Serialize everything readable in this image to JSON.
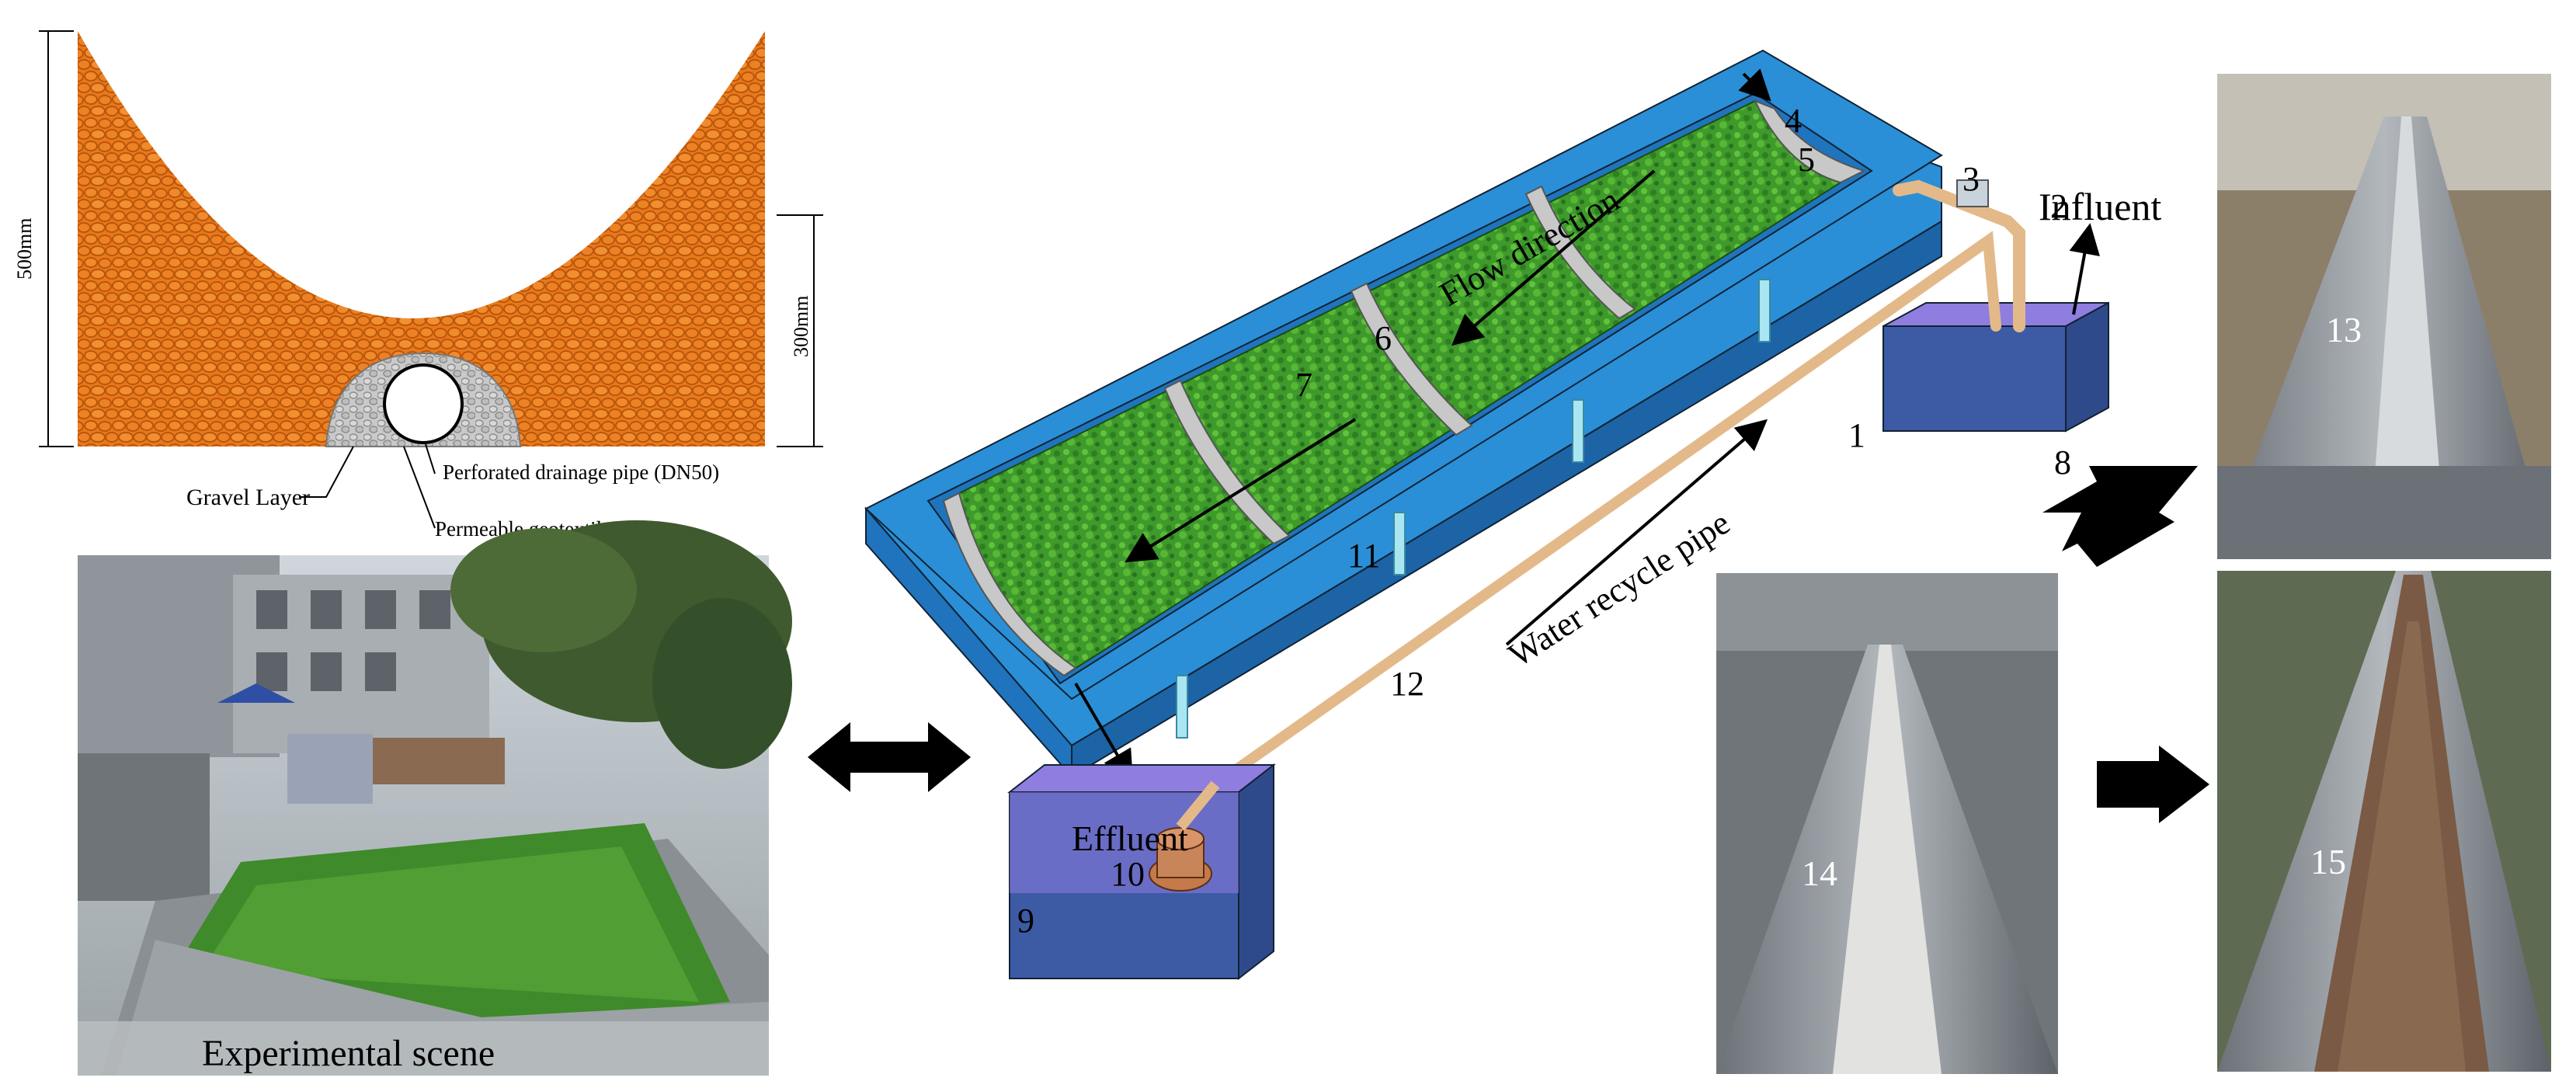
{
  "cross_section": {
    "dim_total": "500mm",
    "dim_partial": "300mm",
    "gravel_label": "Gravel Layer",
    "pipe_label": "Perforated drainage pipe (DN50)",
    "geotextile_label": "Permeable geotextiles"
  },
  "scene_photo": {
    "caption": "Experimental scene"
  },
  "schematic": {
    "flow_direction": "Flow direction",
    "influent": "Influent",
    "effluent": "Effluent",
    "recycle_pipe": "Water recycle pipe",
    "numbers": [
      "1",
      "2",
      "3",
      "4",
      "5",
      "6",
      "7",
      "8",
      "9",
      "10",
      "11",
      "12"
    ]
  },
  "photos": {
    "top_right_number": "13",
    "middle_number": "14",
    "bottom_right_number": "15"
  },
  "colors": {
    "gravel_orange": "#e8781a",
    "tank_blue": "#2a8fd6",
    "tank_dark_blue": "#1c64a6",
    "grass_green": "#3d9a2b",
    "box_purple": "#8f7ee0",
    "pipe_tan": "#e3b98a"
  }
}
